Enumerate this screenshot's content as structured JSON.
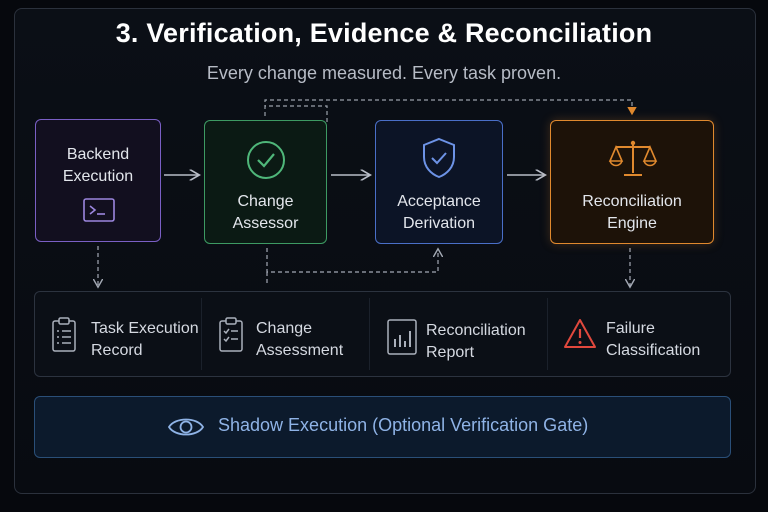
{
  "header": {
    "title": "3. Verification, Evidence & Reconciliation",
    "subtitle": "Every change measured. Every task proven."
  },
  "nodes": [
    {
      "id": "backend",
      "lines": [
        "Backend",
        "Execution"
      ],
      "icon": "terminal-icon",
      "color": "#7a5fc4"
    },
    {
      "id": "change",
      "lines": [
        "Change",
        "Assessor"
      ],
      "icon": "check-circle-icon",
      "color": "#3d9a63"
    },
    {
      "id": "accept",
      "lines": [
        "Acceptance",
        "Derivation"
      ],
      "icon": "shield-check-icon",
      "color": "#4a6fc8"
    },
    {
      "id": "recon",
      "lines": [
        "Reconciliation",
        "Engine"
      ],
      "icon": "scales-icon",
      "color": "#e0892e"
    }
  ],
  "evidence": [
    {
      "lines": [
        "Task Execution",
        "Record"
      ],
      "icon": "clipboard-list-icon"
    },
    {
      "lines": [
        "Change",
        "Assessment"
      ],
      "icon": "clipboard-check-icon"
    },
    {
      "lines": [
        "Reconciliation",
        "Report"
      ],
      "icon": "bar-chart-report-icon"
    },
    {
      "lines": [
        "Failure",
        "Classification"
      ],
      "icon": "warning-triangle-icon",
      "color": "#e0483d"
    }
  ],
  "shadow": {
    "label": "Shadow Execution (Optional Verification Gate)",
    "icon": "eye-icon",
    "color": "#8fb3e6"
  }
}
